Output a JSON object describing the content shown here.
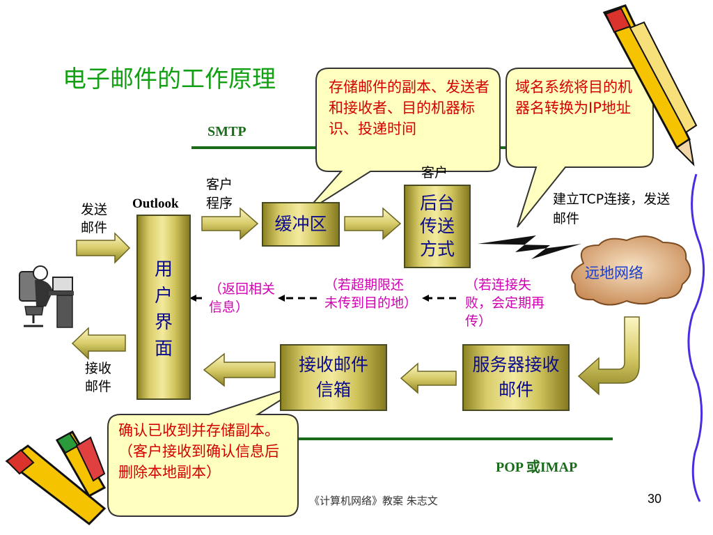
{
  "slide": {
    "title": "电子邮件的工作原理",
    "footer": "《计算机网络》教案  朱志文",
    "page_number": "30"
  },
  "protocols": {
    "smtp": "SMTP",
    "pop": "POP 或IMAP"
  },
  "callouts": {
    "buffer_info": "存储邮件的副本、发送者和接收者、目的机器标识、投递时间",
    "dns_info": "域名系统将目的机器名转换为IP地址",
    "confirm_info": "确认已收到并存储副本。（客户接收到确认信息后删除本地副本）"
  },
  "labels": {
    "send_mail": "发送邮件",
    "receive_mail": "接收邮件",
    "outlook": "Outlook",
    "client_program": "客户程序",
    "client": "客户",
    "tcp_connect": "建立TCP连接，发送邮件"
  },
  "boxes": {
    "user_interface": "用户界面",
    "buffer": "缓冲区",
    "background_send": "后台传送方式",
    "inbox": "接收邮件信箱",
    "server_receive": "服务器接收邮件"
  },
  "cloud": {
    "remote_network": "远地网络"
  },
  "notes": {
    "return_info": "（返回相关信息）",
    "timeout": "（若超期限还未传到目的地）",
    "retry": "（若连接失败，会定期再传）"
  },
  "colors": {
    "title": "#11a011",
    "callout_text": "#d40000",
    "box_text": "#0a0a8c",
    "note_text": "#d000b0",
    "line": "#1a6b1a"
  }
}
